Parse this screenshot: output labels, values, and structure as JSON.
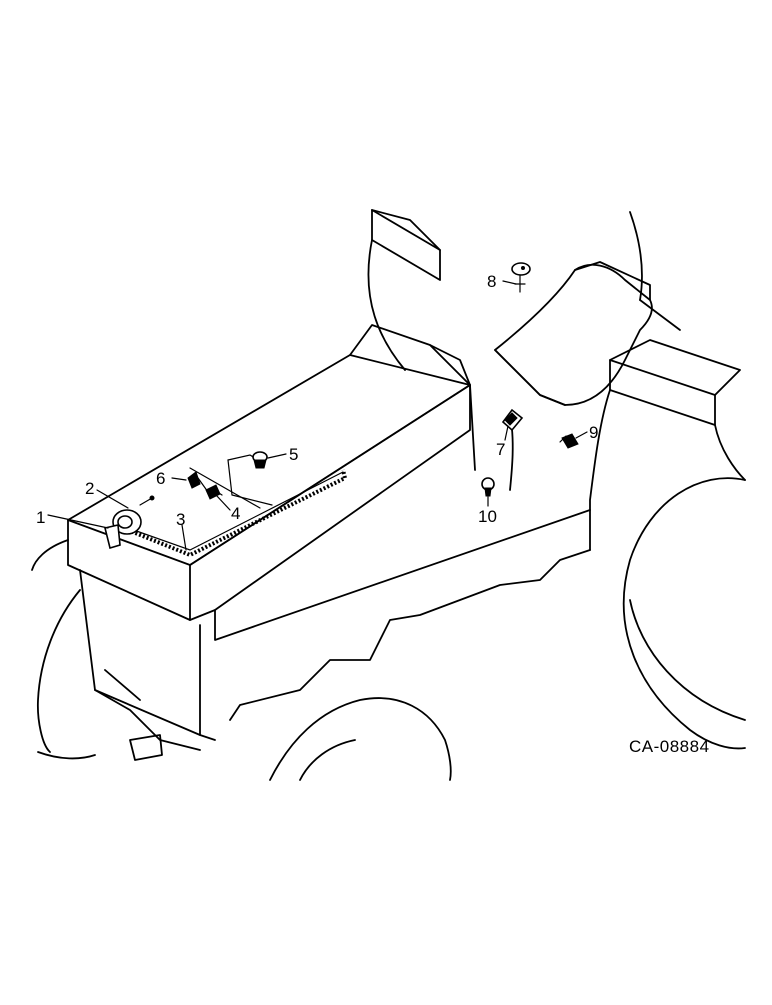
{
  "callouts": [
    {
      "number": "1"
    },
    {
      "number": "2"
    },
    {
      "number": "3"
    },
    {
      "number": "4"
    },
    {
      "number": "5"
    },
    {
      "number": "6"
    },
    {
      "number": "7"
    },
    {
      "number": "8"
    },
    {
      "number": "9"
    },
    {
      "number": "10"
    }
  ],
  "figure_ref": "CA-08884"
}
